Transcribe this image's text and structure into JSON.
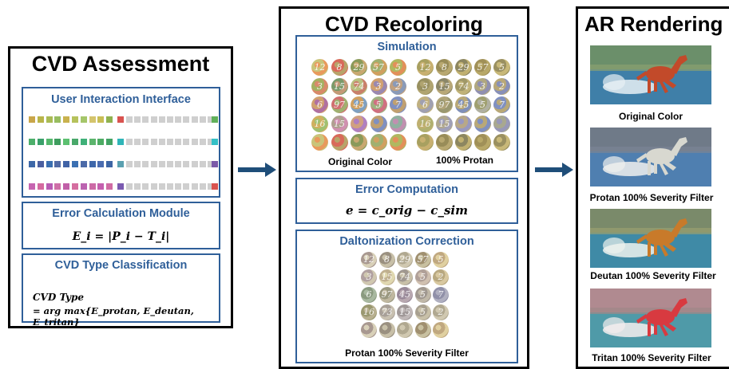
{
  "assessment": {
    "title": "CVD Assessment",
    "ui_box": {
      "title": "User Interaction Interface"
    },
    "error_box": {
      "title": "Error Calculation Module",
      "formula": "E_i = |P_i − T_i|"
    },
    "type_box": {
      "title": "CVD Type Classification",
      "line1": "CVD Type",
      "line2": "= arg max{E_protan, E_deutan, E_tritan}"
    }
  },
  "recoloring": {
    "title": "CVD Recoloring",
    "simulation": {
      "title": "Simulation",
      "caption_left": "Original Color",
      "caption_right": "100% Protan"
    },
    "error": {
      "title": "Error Computation",
      "formula": "e = c_orig − c_sim"
    },
    "daltonization": {
      "title": "Daltonization Correction",
      "caption": "Protan 100% Severity Filter",
      "plate_numbers": [
        "12",
        "8",
        "29",
        "57",
        "5",
        "3",
        "15",
        "74",
        "5",
        "2",
        "6",
        "97",
        "45",
        "5",
        "7",
        "16",
        "73",
        "15",
        "5",
        "2"
      ]
    }
  },
  "ar": {
    "title": "AR Rendering",
    "captions": [
      "Original Color",
      "Protan 100% Severity Filter",
      "Deutan 100% Severity Filter",
      "Tritan 100% Severity Filter"
    ]
  },
  "simulation_plate_numbers": [
    "12",
    "8",
    "29",
    "57",
    "5",
    "3",
    "15",
    "74",
    "3",
    "2",
    "6",
    "97",
    "45",
    "5",
    "7",
    "16",
    "15",
    "",
    "",
    ""
  ],
  "colors": {
    "panel_border": "#000000",
    "box_border": "#2f5f99",
    "title_blue": "#2f5f99",
    "arrow": "#1f4e79"
  }
}
